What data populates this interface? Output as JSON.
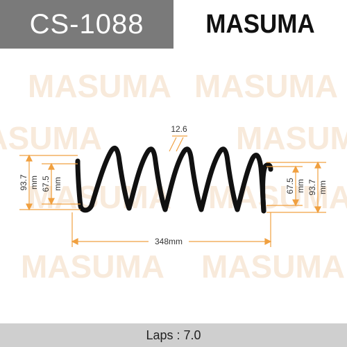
{
  "part_number": "CS-1088",
  "brand": "MASUMA",
  "watermark": "MASUMA",
  "dimensions": {
    "wire_diameter": "12.6",
    "left_outer": {
      "value": "93.7",
      "unit": "mm"
    },
    "left_inner": {
      "value": "67.5",
      "unit": "mm"
    },
    "right_inner": {
      "value": "67.5",
      "unit": "mm"
    },
    "right_outer": {
      "value": "93.7",
      "unit": "mm"
    },
    "length": "348mm"
  },
  "footer": {
    "label": "Laps",
    "separator": " : ",
    "value": "7.0"
  },
  "colors": {
    "header_left_bg": "#7a7a7a",
    "dimension_line": "#f0a040",
    "spring": "#111111",
    "footer_bg": "#cfcfcf"
  }
}
